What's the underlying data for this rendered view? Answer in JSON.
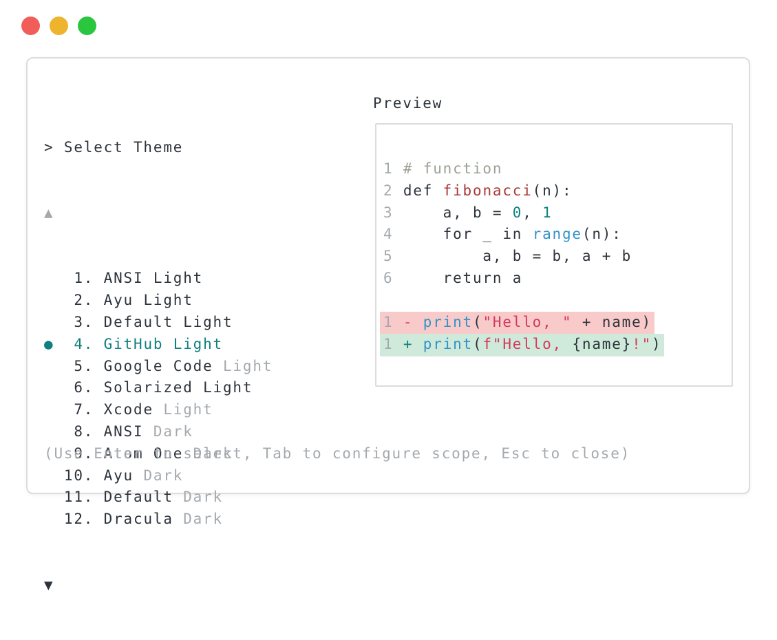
{
  "window": {
    "traffic_lights": [
      {
        "name": "close-button",
        "color": "#f15e59"
      },
      {
        "name": "minimize-button",
        "color": "#efb42d"
      },
      {
        "name": "maximize-button",
        "color": "#2ac640"
      }
    ]
  },
  "theme_selector": {
    "prompt": "> Select Theme",
    "scroll_up": "▲",
    "scroll_down": "▼",
    "items": [
      {
        "number": "1",
        "name": "ANSI Light",
        "suffix": "",
        "selected": false
      },
      {
        "number": "2",
        "name": "Ayu Light",
        "suffix": "",
        "selected": false
      },
      {
        "number": "3",
        "name": "Default Light",
        "suffix": "",
        "selected": false
      },
      {
        "number": "4",
        "name": "GitHub Light",
        "suffix": "",
        "selected": true
      },
      {
        "number": "5",
        "name": "Google Code",
        "suffix": "Light",
        "selected": false
      },
      {
        "number": "6",
        "name": "Solarized Light",
        "suffix": "",
        "selected": false
      },
      {
        "number": "7",
        "name": "Xcode",
        "suffix": "Light",
        "selected": false
      },
      {
        "number": "8",
        "name": "ANSI",
        "suffix": "Dark",
        "selected": false
      },
      {
        "number": "9",
        "name": "Atom One",
        "suffix": "Dark",
        "selected": false
      },
      {
        "number": "10",
        "name": "Ayu",
        "suffix": "Dark",
        "selected": false
      },
      {
        "number": "11",
        "name": "Default",
        "suffix": "Dark",
        "selected": false
      },
      {
        "number": "12",
        "name": "Dracula",
        "suffix": "Dark",
        "selected": false
      }
    ],
    "help_text": "(Use Enter to select, Tab to configure scope, Esc to close)"
  },
  "preview": {
    "title": "Preview",
    "code_lines": [
      {
        "num": "1",
        "tokens": [
          {
            "t": "# function",
            "c": "comment"
          }
        ]
      },
      {
        "num": "2",
        "tokens": [
          {
            "t": "def ",
            "c": "dark"
          },
          {
            "t": "fibonacci",
            "c": "red"
          },
          {
            "t": "(n):",
            "c": "dark"
          }
        ]
      },
      {
        "num": "3",
        "tokens": [
          {
            "t": "    a, b = ",
            "c": "dark"
          },
          {
            "t": "0",
            "c": "teal"
          },
          {
            "t": ", ",
            "c": "dark"
          },
          {
            "t": "1",
            "c": "teal"
          }
        ]
      },
      {
        "num": "4",
        "tokens": [
          {
            "t": "    for _ in ",
            "c": "dark"
          },
          {
            "t": "range",
            "c": "blue"
          },
          {
            "t": "(n):",
            "c": "dark"
          }
        ]
      },
      {
        "num": "5",
        "tokens": [
          {
            "t": "        a, b = b, a + b",
            "c": "dark"
          }
        ]
      },
      {
        "num": "6",
        "tokens": [
          {
            "t": "    return a",
            "c": "dark"
          }
        ]
      }
    ],
    "diff_lines": [
      {
        "num": "1",
        "kind": "removed",
        "tokens": [
          {
            "t": "- ",
            "c": "minus"
          },
          {
            "t": "print",
            "c": "blue"
          },
          {
            "t": "(",
            "c": "dark"
          },
          {
            "t": "\"Hello, \"",
            "c": "crimson"
          },
          {
            "t": " + name)",
            "c": "dark"
          }
        ]
      },
      {
        "num": "1",
        "kind": "added",
        "tokens": [
          {
            "t": "+ ",
            "c": "plus"
          },
          {
            "t": "print",
            "c": "blue"
          },
          {
            "t": "(",
            "c": "dark"
          },
          {
            "t": "f\"Hello, ",
            "c": "crimson"
          },
          {
            "t": "{name}",
            "c": "dark"
          },
          {
            "t": "!\"",
            "c": "crimson"
          },
          {
            "t": ")",
            "c": "dark"
          }
        ]
      }
    ]
  },
  "colors": {
    "text_dark": "#2d333b",
    "text_muted": "#a4a9ae",
    "accent_teal": "#0f807d",
    "syntax_function_red": "#a93a35",
    "syntax_string_crimson": "#d5395b",
    "syntax_call_blue": "#3093c9",
    "syntax_comment_olive": "#9ba294",
    "diff_minus_red": "#d2434d",
    "diff_plus_teal": "#0f807d",
    "diff_removed_bg": "#f8cbca",
    "diff_added_bg": "#cfeadb",
    "panel_border": "#dcdcdc",
    "traffic_red": "#f15e59",
    "traffic_yellow": "#efb42d",
    "traffic_green": "#2ac640"
  }
}
